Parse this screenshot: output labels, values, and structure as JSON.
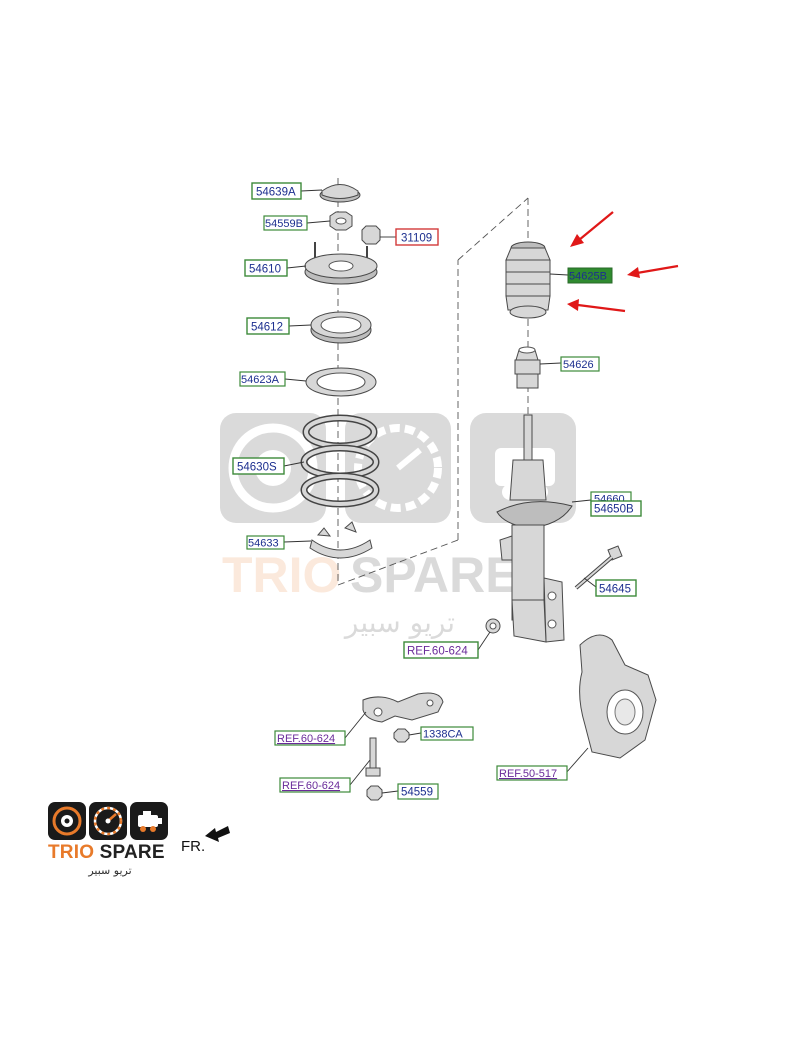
{
  "labels": {
    "p54639A": "54639A",
    "p54559B": "54559B",
    "p31109": "31109",
    "p54610": "54610",
    "p54612": "54612",
    "p54623A": "54623A",
    "p54630S": "54630S",
    "p54633": "54633",
    "p54625B": "54625B",
    "p54626": "54626",
    "p54660": "54660",
    "p54650B": "54650B",
    "p54645": "54645",
    "ref1": "REF.60-624",
    "ref2": "REF.60-624",
    "ref3": "REF.60-624",
    "ref4": "REF.50-517",
    "p1338CA": "1338CA",
    "p54559": "54559"
  },
  "watermark": {
    "brand_trio": "TRIO",
    "brand_spare": "SPARE",
    "arabic": "تريو سبير"
  },
  "logo": {
    "trio": "TRIO",
    "spare": "SPARE",
    "arabic": "تريو سبير"
  },
  "direction_label": "FR.",
  "colors": {
    "label_text": "#1c2f8f",
    "label_border_green": "#3d8a3a",
    "label_border_red": "#d23a3a",
    "label_highlight_fill": "#2f8a2f",
    "ref_text": "#6a2b9a",
    "arrow_red": "#e01818",
    "logo_orange": "#e87a2a"
  }
}
